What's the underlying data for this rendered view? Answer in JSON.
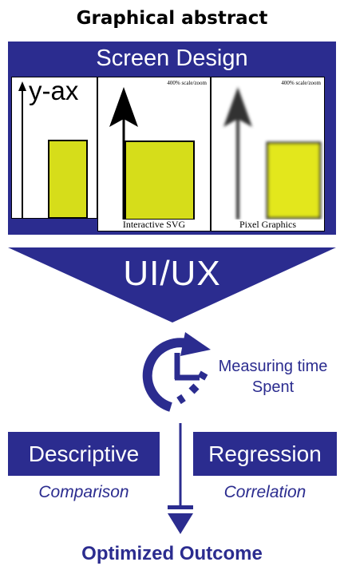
{
  "title": "Graphical abstract",
  "banner": "Screen Design",
  "panels": {
    "left": {
      "axis_label": "y-ax"
    },
    "middle": {
      "zoom": "400% scale/zoom",
      "caption": "Interactive SVG"
    },
    "right": {
      "zoom": "400% scale/zoom",
      "caption": "Pixel Graphics"
    }
  },
  "uiux": "UI/UX",
  "timer": {
    "label_line1": "Measuring time",
    "label_line2": "Spent"
  },
  "left_box": {
    "label": "Descriptive",
    "sub": "Comparison"
  },
  "right_box": {
    "label": "Regression",
    "sub": "Correlation"
  },
  "outcome": "Optimized Outcome",
  "colors": {
    "brand": "#2b2c8f",
    "bar_fill": "#d6dd1a"
  }
}
